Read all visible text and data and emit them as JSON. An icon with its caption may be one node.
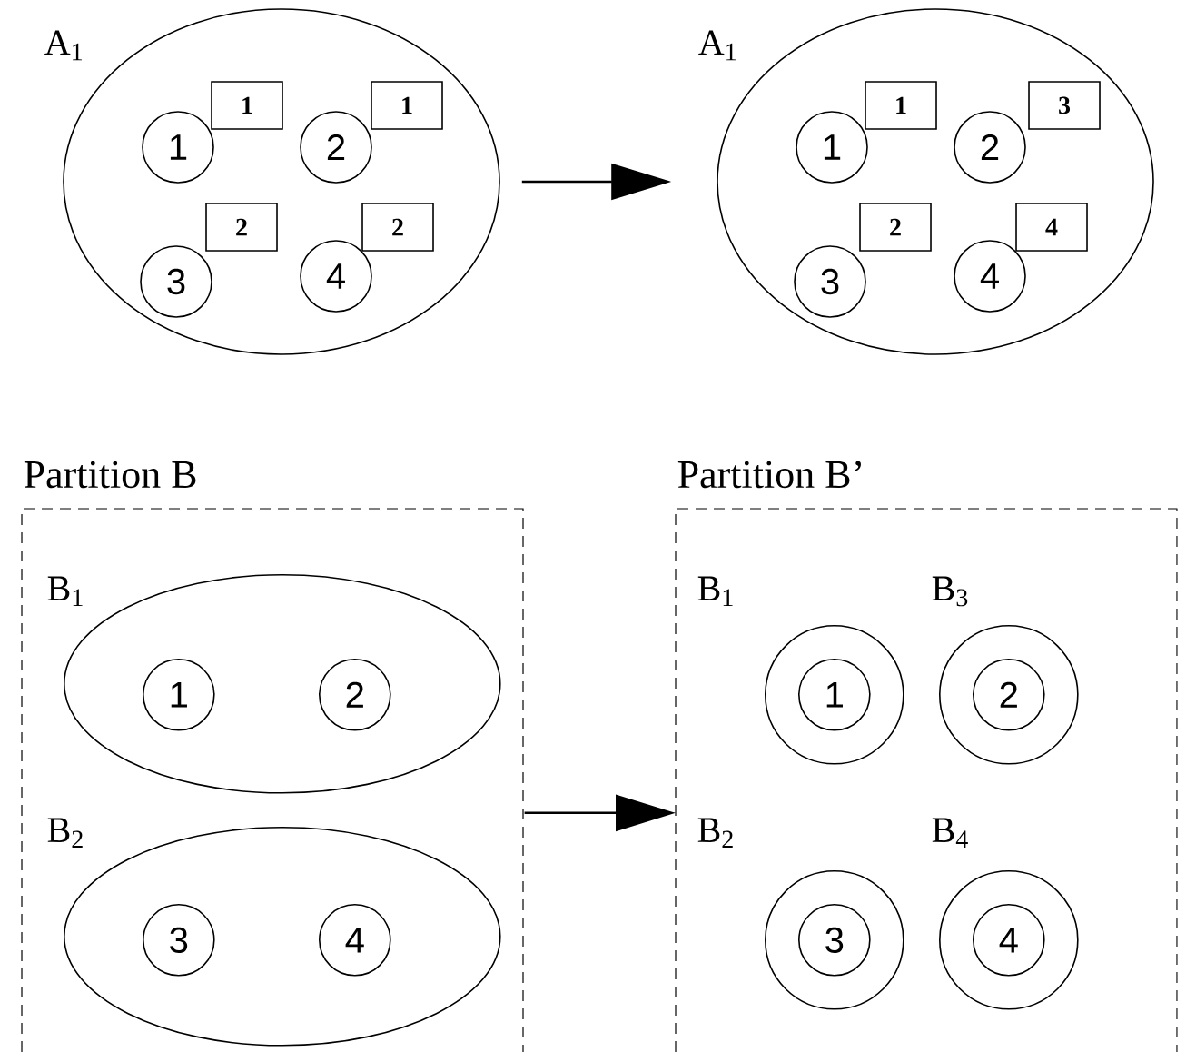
{
  "diagram": {
    "nodes": [
      {
        "text": [
          "A$_{1}$"
        ]
      },
      {
        "text": [
          "1"
        ],
        "in": 0
      },
      {
        "text": [
          "2"
        ],
        "in": 0
      },
      {
        "text": [
          "3"
        ],
        "in": 0
      },
      {
        "text": [
          "4"
        ],
        "in": 0
      },
      {
        "text": [
          "1"
        ],
        "in": 0
      },
      {
        "text": [
          "1"
        ],
        "in": 0
      },
      {
        "text": [
          "2"
        ],
        "in": 0
      },
      {
        "text": [
          "2"
        ],
        "in": 0
      },
      {
        "text": [
          "A$_{1}$"
        ]
      },
      {
        "text": [
          "1"
        ],
        "in": 9
      },
      {
        "text": [
          "2"
        ],
        "in": 9
      },
      {
        "text": [
          "3"
        ],
        "in": 9
      },
      {
        "text": [
          "4"
        ],
        "in": 9
      },
      {
        "text": [
          "1"
        ],
        "in": 9
      },
      {
        "text": [
          "3"
        ],
        "in": 9
      },
      {
        "text": [
          "2"
        ],
        "in": 9
      },
      {
        "text": [
          "4"
        ],
        "in": 9
      },
      {
        "text": [
          "Partition B"
        ]
      },
      {
        "text": [
          "B$_{1}$"
        ],
        "in": 18
      },
      {
        "text": [
          "1"
        ],
        "in": 19
      },
      {
        "text": [
          "2"
        ],
        "in": 19
      },
      {
        "text": [
          "B$_{2}$"
        ],
        "in": 18
      },
      {
        "text": [
          "3"
        ],
        "in": 22
      },
      {
        "text": [
          "4"
        ],
        "in": 22
      },
      {
        "text": [
          "Partition B’"
        ]
      },
      {
        "text": [
          "B$_{1}$"
        ],
        "in": 25
      },
      {
        "text": [
          "1"
        ],
        "in": 26
      },
      {
        "text": [
          "B$_{3}$"
        ],
        "in": 25
      },
      {
        "text": [
          "2"
        ],
        "in": 28
      },
      {
        "text": [
          "B$_{2}$"
        ],
        "in": 25
      },
      {
        "text": [
          "3"
        ],
        "in": 30
      },
      {
        "text": [
          "B$_{4}$"
        ],
        "in": 25
      },
      {
        "text": [
          "4"
        ],
        "in": 32
      }
    ],
    "edges": [
      {
        "from": 0,
        "to": 9,
        "arrow": "to"
      },
      {
        "from": 18,
        "to": 25,
        "arrow": "to"
      }
    ]
  }
}
